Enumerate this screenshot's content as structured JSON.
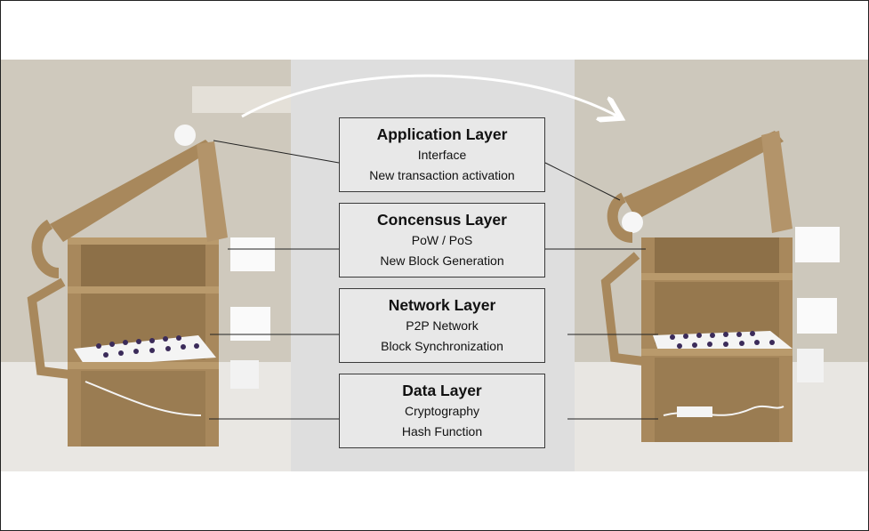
{
  "layers": [
    {
      "title": "Application Layer",
      "lines": [
        "Interface",
        "New transaction activation"
      ]
    },
    {
      "title": "Concensus Layer",
      "lines": [
        "PoW / PoS",
        "New Block Generation"
      ]
    },
    {
      "title": "Network Layer",
      "lines": [
        "P2P Network",
        "Block Synchronization"
      ]
    },
    {
      "title": "Data Layer",
      "lines": [
        "Cryptography",
        "Hash Function"
      ]
    }
  ],
  "colors": {
    "cardboard": "#a8885c",
    "cardboard_dark": "#7a5f3c",
    "wall": "#c9c4b8",
    "box_fill": "#e8e8e8"
  }
}
